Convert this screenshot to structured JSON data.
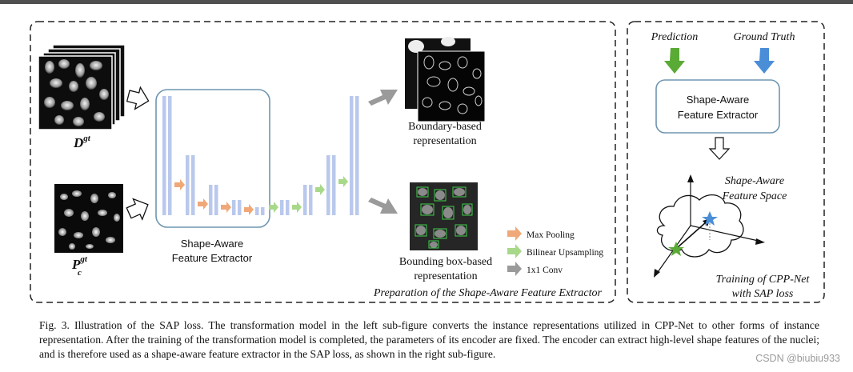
{
  "left_panel": {
    "input_d_base": "D",
    "input_d_sup": "gt",
    "input_p_base": "P",
    "input_p_sub": "c",
    "input_p_sup": "gt",
    "extractor_line1": "Shape-Aware",
    "extractor_line2": "Feature Extractor",
    "boundary_line1": "Boundary-based",
    "boundary_line2": "representation",
    "bbox_line1": "Bounding box-based",
    "bbox_line2": "representation",
    "title": "Preparation of the Shape-Aware Feature Extractor"
  },
  "legend": {
    "items": [
      {
        "label": "Max Pooling",
        "color": "#f0a878"
      },
      {
        "label": "Bilinear Upsampling",
        "color": "#a8d88a"
      },
      {
        "label": "1x1 Conv",
        "color": "#9a9a9a"
      }
    ]
  },
  "right_panel": {
    "prediction": "Prediction",
    "ground_truth": "Ground Truth",
    "extractor_line1": "Shape-Aware",
    "extractor_line2": "Feature Extractor",
    "space_line1": "Shape-Aware",
    "space_line2": "Feature Space",
    "training_line1": "Training of CPP-Net",
    "training_line2": "with SAP loss"
  },
  "colors": {
    "prediction_arrow": "#5aaa36",
    "ground_truth_arrow": "#4a8ed8",
    "layer_bar": "#b9c8ec",
    "extractor_border": "#6f95b0"
  },
  "caption": {
    "label": "Fig. 3.",
    "text": "Illustration of the SAP loss. The transformation model in the left sub-figure converts the instance representations utilized in CPP-Net to other forms of instance representation. After the training of the transformation model is completed, the parameters of its encoder are fixed. The encoder can extract high-level shape features of the nuclei; and is therefore used as a shape-aware feature extractor in the SAP loss, as shown in the right sub-figure."
  },
  "watermark": "CSDN @biubiu933"
}
